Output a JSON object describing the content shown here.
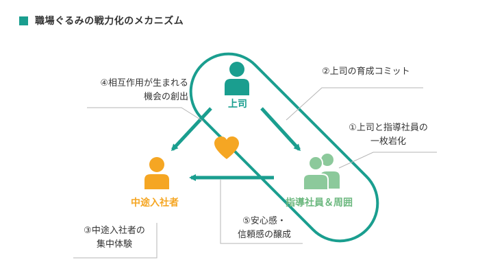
{
  "title": "職場ぐるみの戦力化のメカニズム",
  "colors": {
    "accent": "#1a9e8f",
    "boss": "#1a9e8f",
    "newcomer": "#f5a623",
    "mentor": "#8cc99b",
    "heart": "#f5a623",
    "leader_line": "#b5b5b5"
  },
  "nodes": {
    "boss": {
      "label": "上司",
      "icon": "person-icon"
    },
    "newcomer": {
      "label": "中途入社者",
      "icon": "person-icon"
    },
    "mentor": {
      "label": "指導社員＆周囲",
      "icon": "group-icon"
    }
  },
  "callouts": {
    "c1_line1": "①上司と指導社員の",
    "c1_line2": "一枚岩化",
    "c2": "②上司の育成コミット",
    "c3_line1": "③中途入社者の",
    "c3_line2": "集中体験",
    "c4_line1": "④相互作用が生まれる",
    "c4_line2": "機会の創出",
    "c5_line1": "⑤安心感・",
    "c5_line2": "信頼感の醸成"
  }
}
